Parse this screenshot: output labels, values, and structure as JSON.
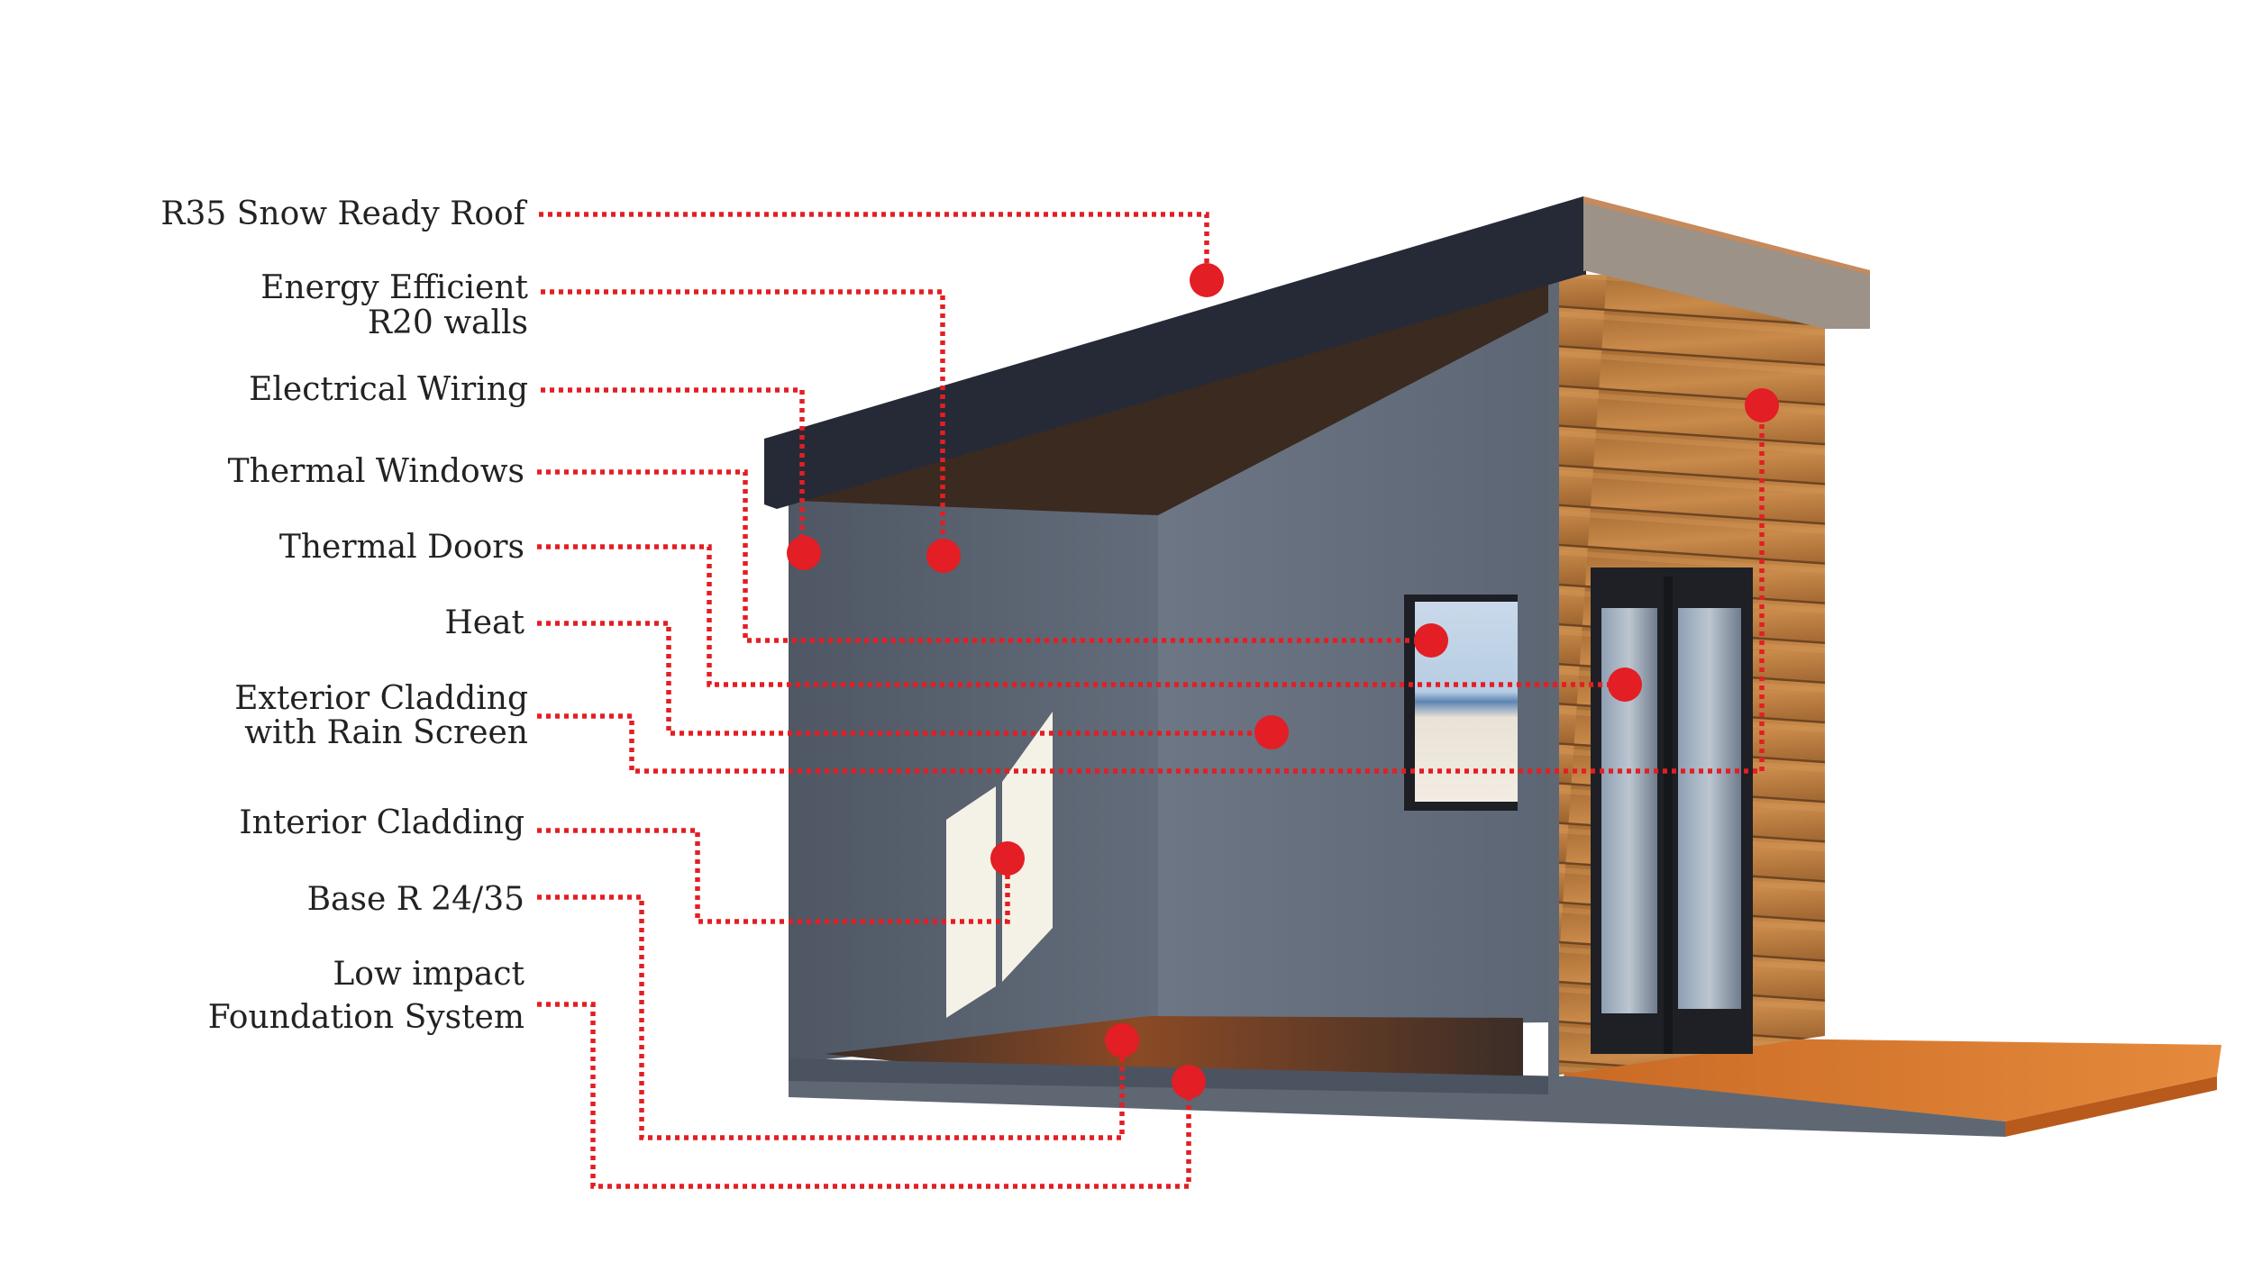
{
  "labels": {
    "roof": "R35 Snow Ready Roof",
    "walls_line1": "Energy Efficient",
    "walls_line2": "R20 walls",
    "wiring": "Electrical Wiring",
    "windows": "Thermal Windows",
    "doors": "Thermal Doors",
    "heat": "Heat",
    "exterior_line1": "Exterior Cladding",
    "exterior_line2": "with Rain Screen",
    "interior": "Interior Cladding",
    "base": "Base R 24/35",
    "foundation_line1": "Low impact",
    "foundation_line2": "Foundation System"
  },
  "colors": {
    "accent": "#e31e24",
    "text": "#222222",
    "roof": "#252a36",
    "ceiling": "#3a2a20",
    "interior_wall": "#5b6472",
    "cedar_cladding": "#b57a3e",
    "deck": "#d9782f"
  }
}
